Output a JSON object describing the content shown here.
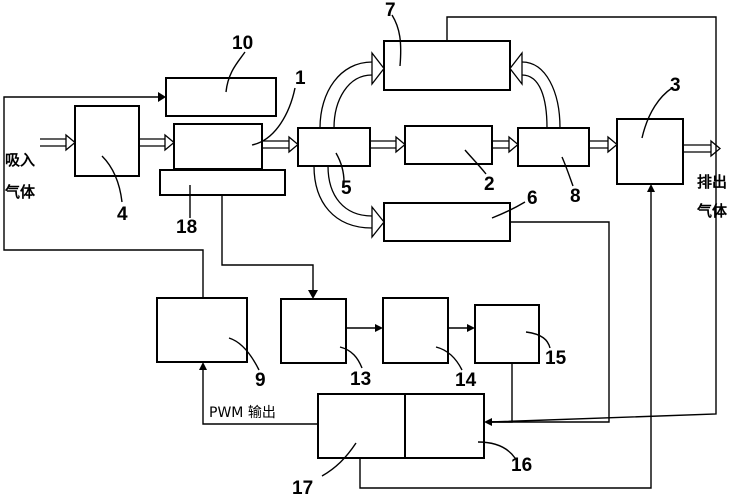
{
  "labels": {
    "n1": "1",
    "n2": "2",
    "n3": "3",
    "n4": "4",
    "n5": "5",
    "n6": "6",
    "n7": "7",
    "n8": "8",
    "n9": "9",
    "n10": "10",
    "n13": "13",
    "n14": "14",
    "n15": "15",
    "n16": "16",
    "n17": "17",
    "n18": "18"
  },
  "texts": {
    "intake_line1": "吸入",
    "intake_line2": "气体",
    "exhaust_line1": "排出",
    "exhaust_line2": "气体",
    "pwm_output": "PWM 输出"
  }
}
